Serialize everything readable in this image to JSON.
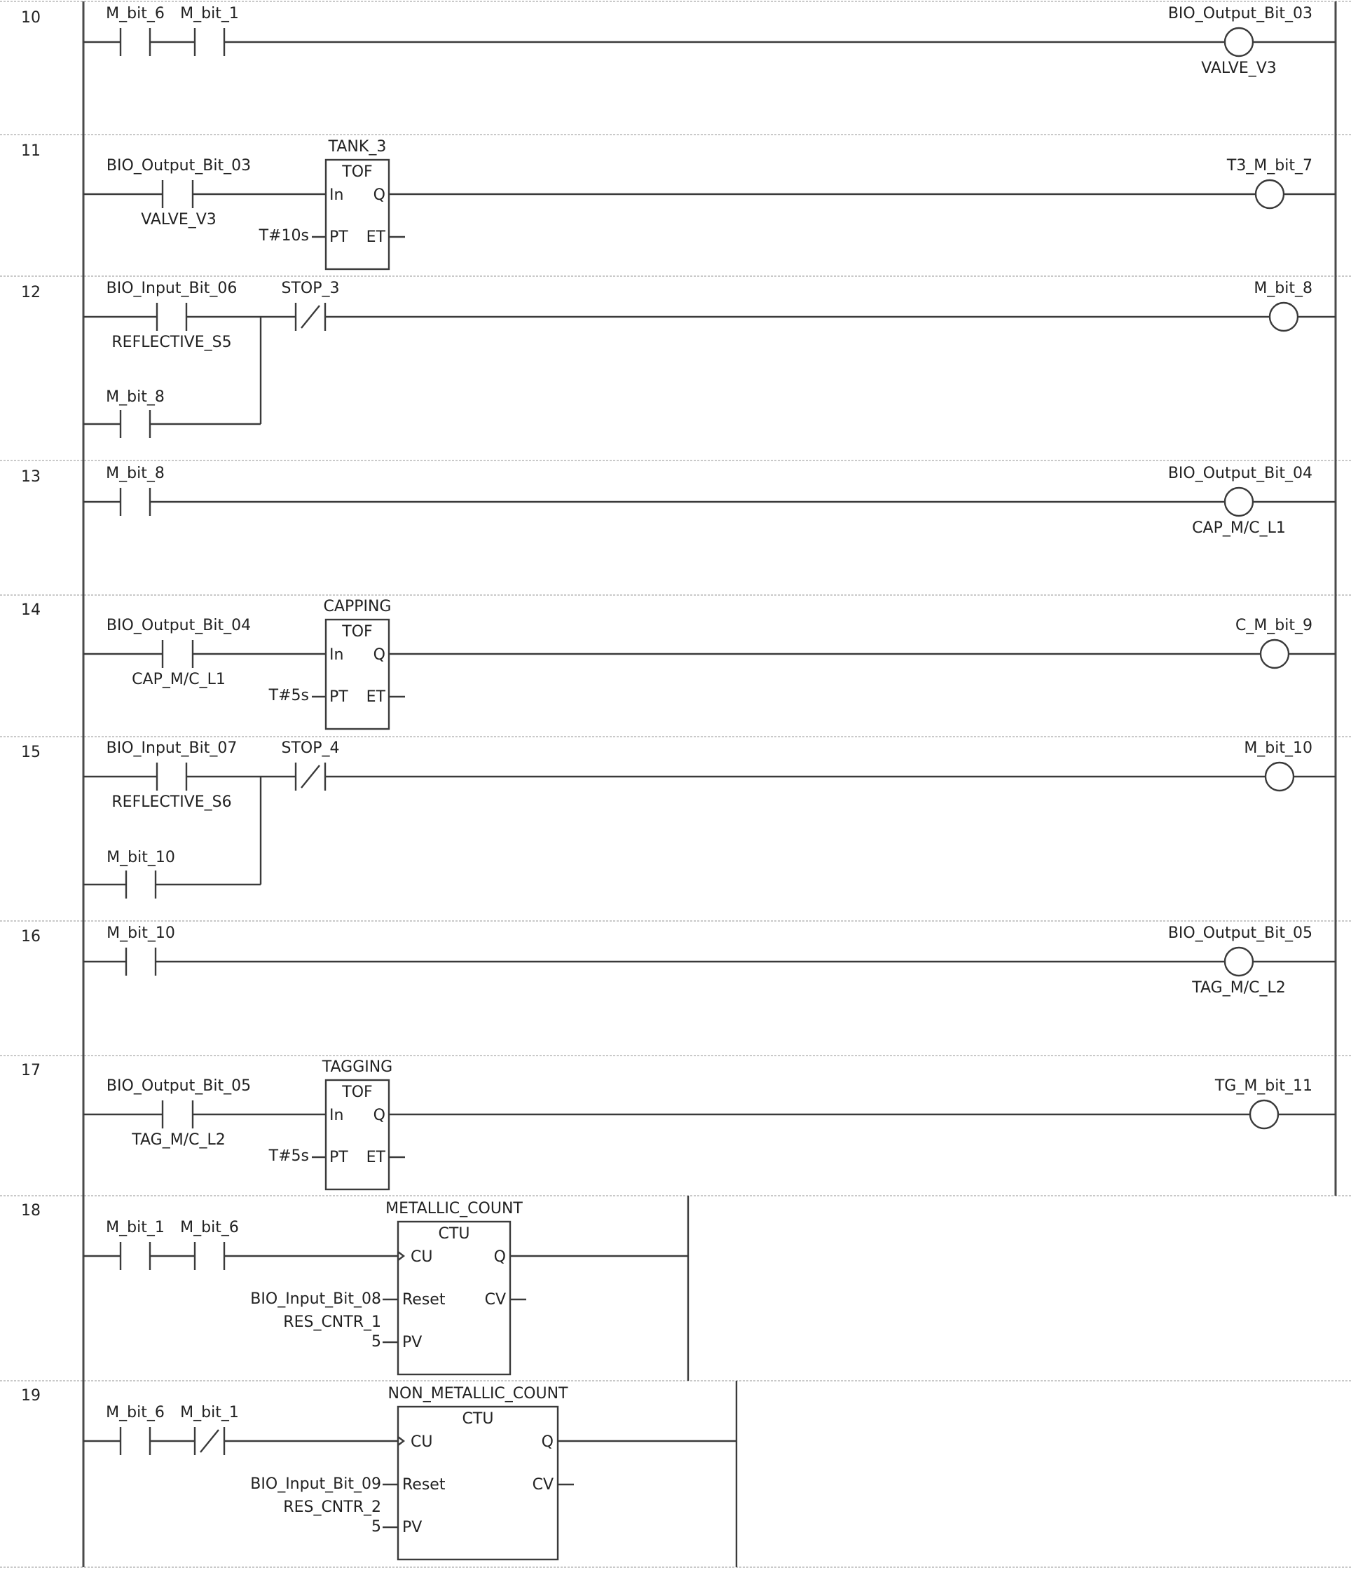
{
  "colors": {
    "address": "#c0175d",
    "symbol": "#2e9a2e",
    "text": "#222222",
    "wire": "#3a3a3a"
  },
  "rungs": [
    {
      "number": "10",
      "contacts": [
        {
          "type": "NO",
          "tag": "M_bit_6"
        },
        {
          "type": "NO",
          "tag": "M_bit_1"
        }
      ],
      "coil": {
        "address": "BIO_Output_Bit_03",
        "symbol": "VALVE_V3"
      }
    },
    {
      "number": "11",
      "contacts": [
        {
          "type": "NO",
          "address": "BIO_Output_Bit_03",
          "symbol": "VALVE_V3"
        }
      ],
      "block": {
        "instance": "TANK_3",
        "type": "TOF",
        "pins": [
          "In",
          "Q",
          "PT",
          "ET"
        ],
        "pt": "T#10s"
      },
      "coil": {
        "tag": "T3_M_bit_7"
      }
    },
    {
      "number": "12",
      "contacts": [
        {
          "type": "NO",
          "address": "BIO_Input_Bit_06",
          "symbol": "REFLECTIVE_S5"
        },
        {
          "type": "NC",
          "tag": "STOP_3"
        }
      ],
      "branch": {
        "type": "NO",
        "tag": "M_bit_8"
      },
      "coil": {
        "tag": "M_bit_8"
      }
    },
    {
      "number": "13",
      "contacts": [
        {
          "type": "NO",
          "tag": "M_bit_8"
        }
      ],
      "coil": {
        "address": "BIO_Output_Bit_04",
        "symbol": "CAP_M/C_L1"
      }
    },
    {
      "number": "14",
      "contacts": [
        {
          "type": "NO",
          "address": "BIO_Output_Bit_04",
          "symbol": "CAP_M/C_L1"
        }
      ],
      "block": {
        "instance": "CAPPING",
        "type": "TOF",
        "pins": [
          "In",
          "Q",
          "PT",
          "ET"
        ],
        "pt": "T#5s"
      },
      "coil": {
        "tag": "C_M_bit_9"
      }
    },
    {
      "number": "15",
      "contacts": [
        {
          "type": "NO",
          "address": "BIO_Input_Bit_07",
          "symbol": "REFLECTIVE_S6"
        },
        {
          "type": "NC",
          "tag": "STOP_4"
        }
      ],
      "branch": {
        "type": "NO",
        "tag": "M_bit_10"
      },
      "coil": {
        "tag": "M_bit_10"
      }
    },
    {
      "number": "16",
      "contacts": [
        {
          "type": "NO",
          "tag": "M_bit_10"
        }
      ],
      "coil": {
        "address": "BIO_Output_Bit_05",
        "symbol": "TAG_M/C_L2"
      }
    },
    {
      "number": "17",
      "contacts": [
        {
          "type": "NO",
          "address": "BIO_Output_Bit_05",
          "symbol": "TAG_M/C_L2"
        }
      ],
      "block": {
        "instance": "TAGGING",
        "type": "TOF",
        "pins": [
          "In",
          "Q",
          "PT",
          "ET"
        ],
        "pt": "T#5s"
      },
      "coil": {
        "tag": "TG_M_bit_11"
      }
    },
    {
      "number": "18",
      "contacts": [
        {
          "type": "NO",
          "tag": "M_bit_1"
        },
        {
          "type": "NO",
          "tag": "M_bit_6"
        }
      ],
      "block": {
        "instance": "METALLIC_COUNT",
        "type": "CTU",
        "pins": [
          "CU",
          "Q",
          "Reset",
          "CV",
          "PV"
        ],
        "reset_address": "BIO_Input_Bit_08",
        "reset_symbol": "RES_CNTR_1",
        "pv": "5"
      }
    },
    {
      "number": "19",
      "contacts": [
        {
          "type": "NO",
          "tag": "M_bit_6"
        },
        {
          "type": "NC",
          "tag": "M_bit_1"
        }
      ],
      "block": {
        "instance": "NON_METALLIC_COUNT",
        "type": "CTU",
        "pins": [
          "CU",
          "Q",
          "Reset",
          "CV",
          "PV"
        ],
        "reset_address": "BIO_Input_Bit_09",
        "reset_symbol": "RES_CNTR_2",
        "pv": "5"
      }
    }
  ]
}
